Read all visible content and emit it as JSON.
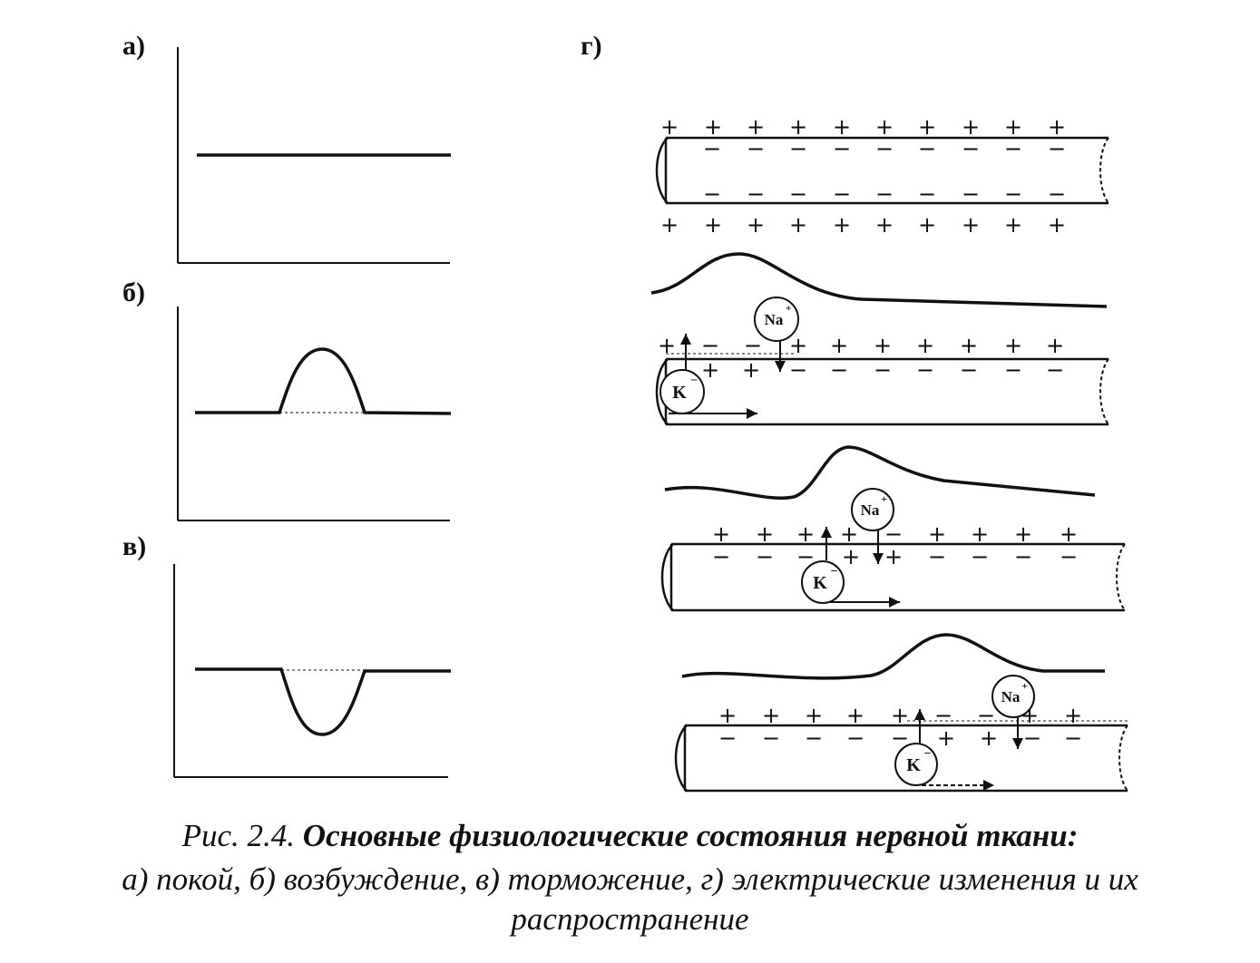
{
  "panels": {
    "a": {
      "label": "а)"
    },
    "b": {
      "label": "б)"
    },
    "v": {
      "label": "в)"
    },
    "g": {
      "label": "г)"
    }
  },
  "signs": {
    "plus": "+",
    "minus": "−"
  },
  "ions": {
    "na": {
      "symbol": "Na",
      "charge": "+"
    },
    "k": {
      "symbol": "K",
      "charge": "−"
    }
  },
  "caption": {
    "prefix": "Рис. 2.4.",
    "title": "Основные физиологические состояния нервной ткани:",
    "line2": "а) покой, б) возбуждение, в) торможение, г) электрические изменения и их",
    "line3": "распространение"
  }
}
